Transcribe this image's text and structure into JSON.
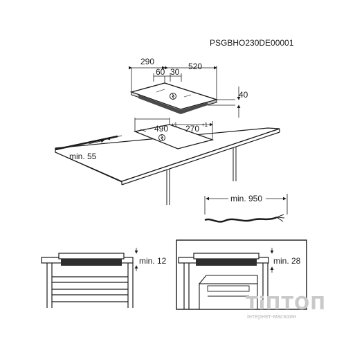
{
  "header": {
    "code": "PSGBHO230DE00001"
  },
  "top_unit": {
    "dimensions": {
      "depth": "290",
      "width": "520",
      "offset_a": "60",
      "offset_b": "30",
      "height": "40"
    }
  },
  "cutout": {
    "width": "490",
    "width_tolerance": "+1",
    "depth": "270",
    "depth_tolerance": "+1",
    "front_clearance": "min. 55"
  },
  "cable": {
    "length": "min. 950"
  },
  "side_views": {
    "left_clearance": "min. 12",
    "right_clearance": "min. 28"
  },
  "watermark": {
    "brand": "TiПТОП",
    "subtitle": "інтернет-магазин"
  },
  "icons": [
    "power-symbol-icon",
    "power-symbol-icon"
  ]
}
